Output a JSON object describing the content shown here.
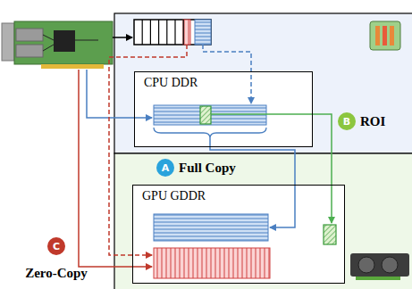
{
  "diagram": {
    "nodes": [
      {
        "text": [
          "CPU DDR"
        ]
      },
      {
        "text": [
          "B",
          "ROI"
        ]
      },
      {
        "text": [
          "A",
          "Full Copy"
        ]
      },
      {
        "text": [
          "GPU GDDR"
        ]
      },
      {
        "text": [
          "C",
          "Zero-Copy"
        ]
      }
    ]
  }
}
